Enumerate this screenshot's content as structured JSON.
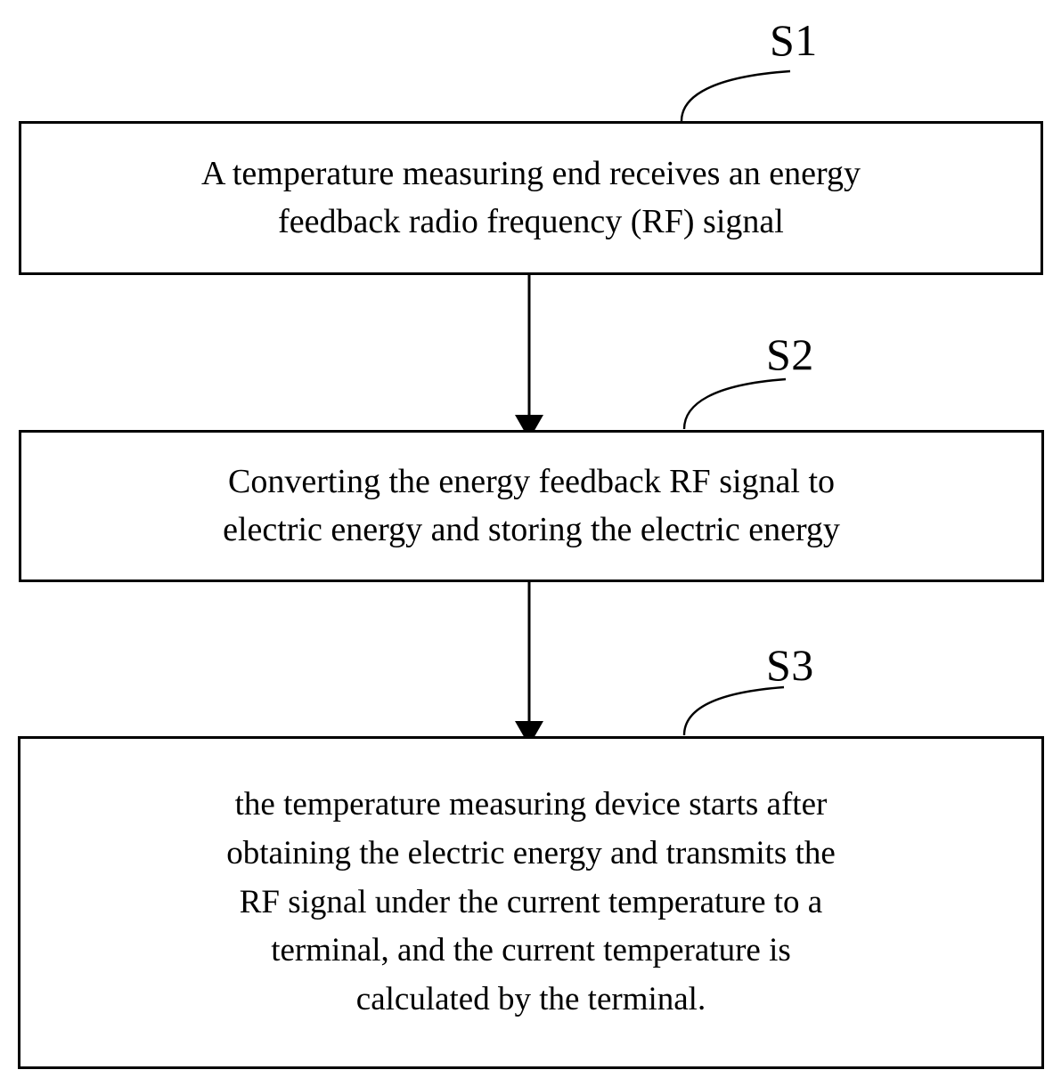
{
  "diagram": {
    "type": "flowchart",
    "orientation": "vertical",
    "background_color": "#ffffff",
    "stroke_color": "#000000",
    "steps": [
      {
        "id": "S1",
        "label": "S1",
        "lines": [
          "A temperature measuring end receives an energy",
          "feedback radio frequency (RF) signal"
        ],
        "text": "A temperature measuring end receives an energy feedback radio frequency (RF) signal"
      },
      {
        "id": "S2",
        "label": "S2",
        "lines": [
          "Converting the energy feedback RF signal to",
          "electric energy and storing the electric energy"
        ],
        "text": "Converting the energy feedback RF signal to electric energy and storing the electric energy"
      },
      {
        "id": "S3",
        "label": "S3",
        "lines": [
          "the temperature measuring device starts after",
          "obtaining the electric energy and transmits the",
          "RF signal under the current temperature to a",
          "terminal, and the current temperature is",
          "calculated by the terminal."
        ],
        "text": "the temperature measuring device starts after obtaining the electric energy and transmits the RF signal under the current temperature to a terminal, and the current temperature is calculated by the terminal."
      }
    ],
    "connectors": [
      {
        "from": "S1",
        "to": "S2",
        "style": "solid-arrow-down"
      },
      {
        "from": "S2",
        "to": "S3",
        "style": "solid-arrow-down"
      }
    ],
    "leader_lines": [
      {
        "for": "S1",
        "style": "curved"
      },
      {
        "for": "S2",
        "style": "curved"
      },
      {
        "for": "S3",
        "style": "curved"
      }
    ]
  }
}
